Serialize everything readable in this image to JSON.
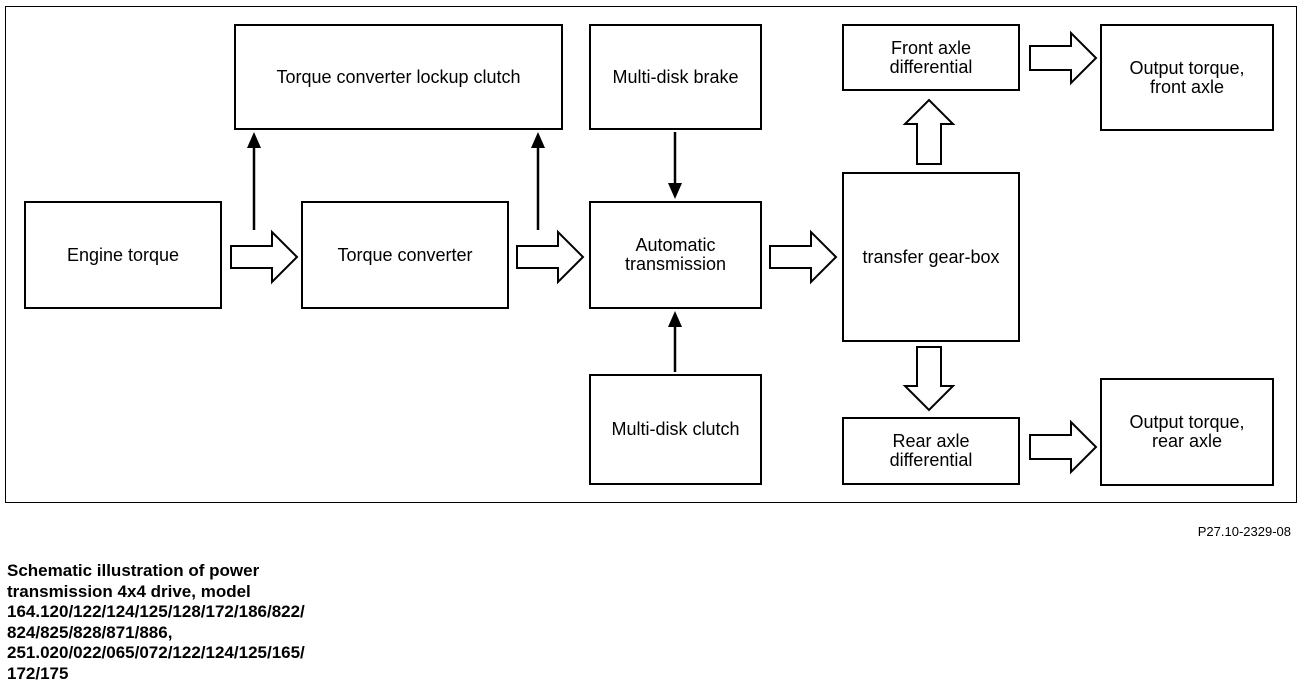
{
  "diagram": {
    "boxes": {
      "engine_torque": "Engine torque",
      "torque_converter": "Torque converter",
      "lockup_clutch": "Torque converter lockup clutch",
      "multi_disk_brake": "Multi-disk brake",
      "automatic_transmission": "Automatic\ntransmission",
      "multi_disk_clutch": "Multi-disk clutch",
      "transfer_gearbox": "transfer gear-box",
      "front_axle_differential": "Front axle\ndifferential",
      "rear_axle_differential": "Rear axle\ndifferential",
      "output_front": "Output torque,\nfront axle",
      "output_rear": "Output torque,\nrear axle"
    },
    "reference": "P27.10-2329-08"
  },
  "caption": "Schematic illustration of power\ntransmission 4x4 drive, model\n164.120/122/124/125/128/172/186/822/\n824/825/828/871/886,\n251.020/022/065/072/122/124/125/165/\n172/175"
}
